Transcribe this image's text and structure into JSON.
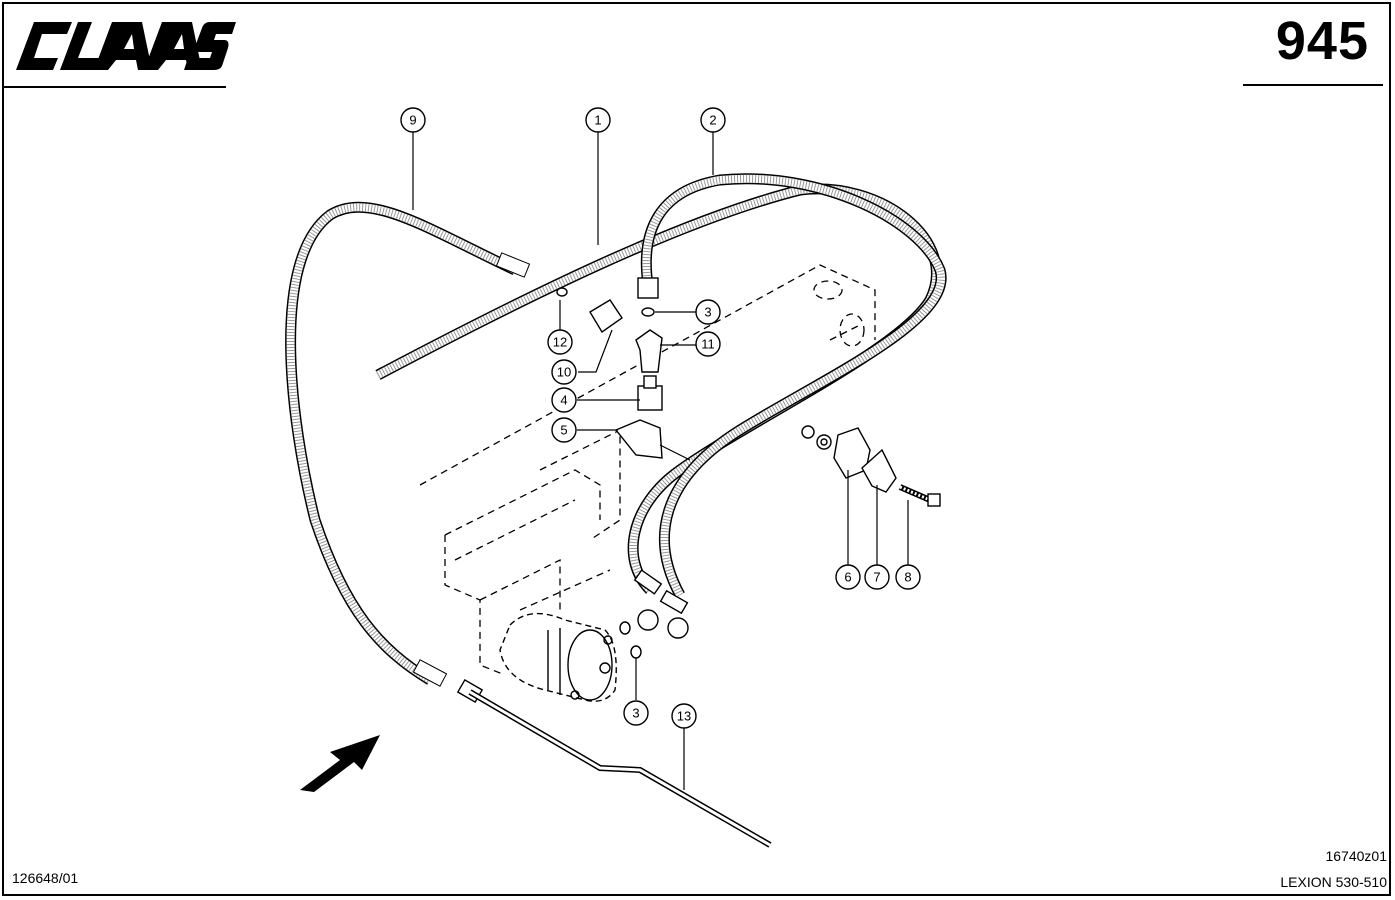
{
  "header": {
    "brand": "CLAAS",
    "page_number": "945"
  },
  "footer": {
    "left_code": "126648/01",
    "drawing_code": "16740z01",
    "model": "LEXION 530-510"
  },
  "callouts": {
    "c9": "9",
    "c1": "1",
    "c2": "2",
    "c3a": "3",
    "c11": "11",
    "c12": "12",
    "c10": "10",
    "c4": "4",
    "c5": "5",
    "c6": "6",
    "c7": "7",
    "c8": "8",
    "c3b": "3",
    "c13": "13"
  }
}
